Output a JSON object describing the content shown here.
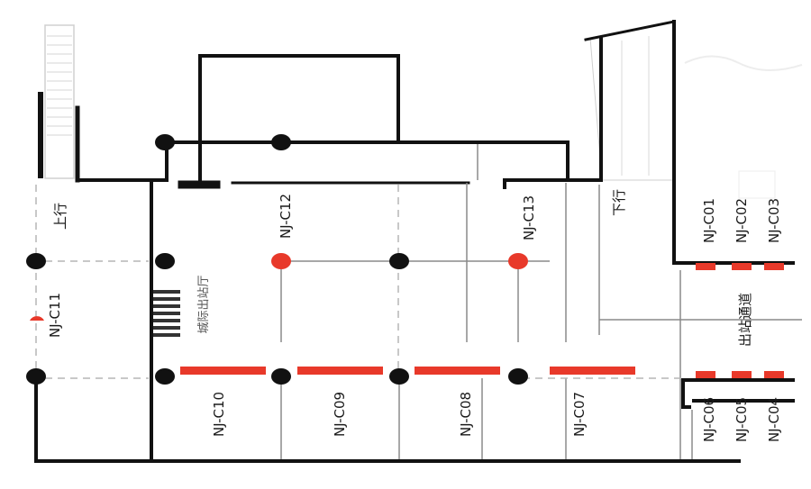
{
  "colors": {
    "gate": "#e8392a",
    "wall": "#111111",
    "line": "#8a8a8a"
  },
  "labels": {
    "up": "上行",
    "down": "下行",
    "hall": "城际出站厅",
    "exit_passage": "出站通道"
  },
  "gates": [
    {
      "id": "NJ-C01"
    },
    {
      "id": "NJ-C02"
    },
    {
      "id": "NJ-C03"
    },
    {
      "id": "NJ-C04"
    },
    {
      "id": "NJ-C05"
    },
    {
      "id": "NJ-C06"
    },
    {
      "id": "NJ-C07"
    },
    {
      "id": "NJ-C08"
    },
    {
      "id": "NJ-C09"
    },
    {
      "id": "NJ-C10"
    },
    {
      "id": "NJ-C11"
    },
    {
      "id": "NJ-C12"
    },
    {
      "id": "NJ-C13"
    }
  ]
}
